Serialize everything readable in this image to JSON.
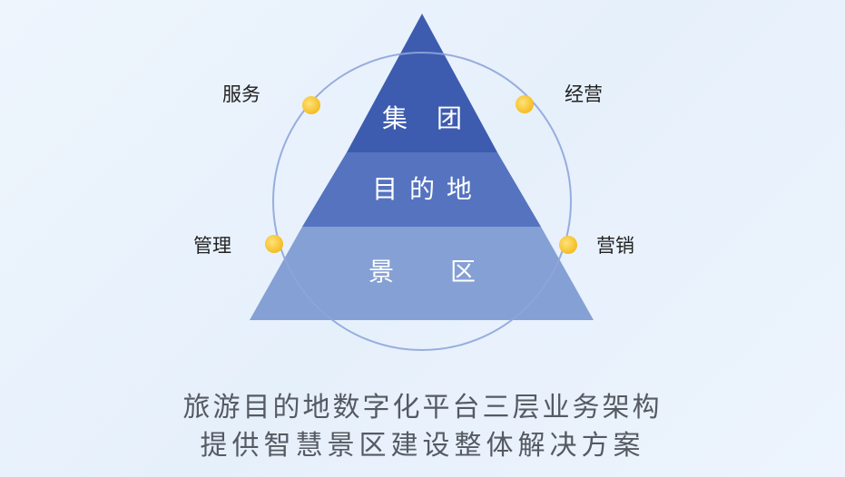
{
  "pyramid": {
    "top": "集　团",
    "middle": "目 的 地",
    "bottom": "景　　区"
  },
  "pillars": {
    "top_left": "服务",
    "top_right": "经营",
    "bottom_left": "管理",
    "bottom_right": "营销"
  },
  "caption": {
    "line1": "旅游目的地数字化平台三层业务架构",
    "line2": "提供智慧景区建设整体解决方案"
  },
  "colors": {
    "top_tier": "#3d5cb0",
    "middle_tier": "#5573bf",
    "bottom_tier": "#7f9bd3",
    "circle": "#8ea5d9",
    "dot": "#f7c531"
  }
}
